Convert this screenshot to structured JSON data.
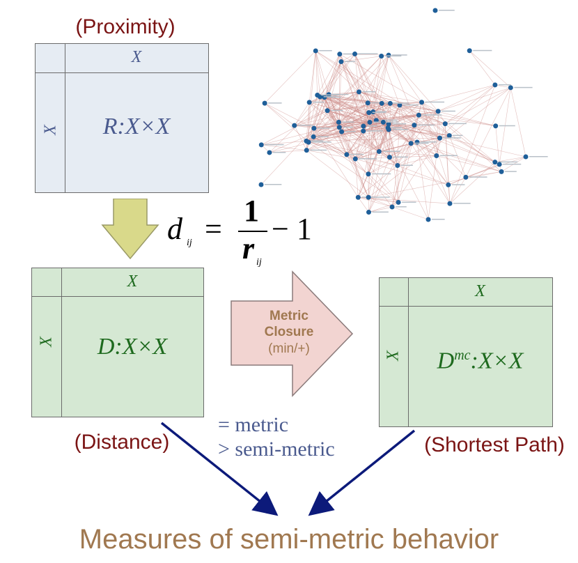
{
  "proximity": {
    "label": "(Proximity)",
    "col_header": "X",
    "row_header": "X",
    "body": "R:X×X"
  },
  "formula": {
    "lhs": "d",
    "lhs_sub": "ij",
    "eq": "=",
    "num": "1",
    "den": "r",
    "den_sub": "ij",
    "tail": "− 1"
  },
  "distance": {
    "label": "(Distance)",
    "col_header": "X",
    "row_header": "X",
    "body": "D:X×X"
  },
  "closure": {
    "line1": "Metric",
    "line2": "Closure",
    "line3": "(min/+)"
  },
  "shortest": {
    "label": "(Shortest Path)",
    "col_header": "X",
    "row_header": "X",
    "body_base": "D",
    "body_sup": "mc",
    "body_rest": ":X×X"
  },
  "legend": {
    "line1": "= metric",
    "line2": "> semi-metric"
  },
  "footer": "Measures of semi-metric behavior",
  "colors": {
    "proximity_fill": "#e6ecf3",
    "distance_fill": "#d5e8d3",
    "blue_text": "#4a5a8e",
    "green_text": "#1e6a1e",
    "red_label": "#7a1414",
    "arrow_down": "#d9d98a",
    "arrow_right": "#f2d4d1",
    "closure_text": "#a07850",
    "footer_text": "#a07850",
    "navy_arrow": "#0c1a7a",
    "node": "#1f5f99",
    "edge": "#cc8a86"
  }
}
